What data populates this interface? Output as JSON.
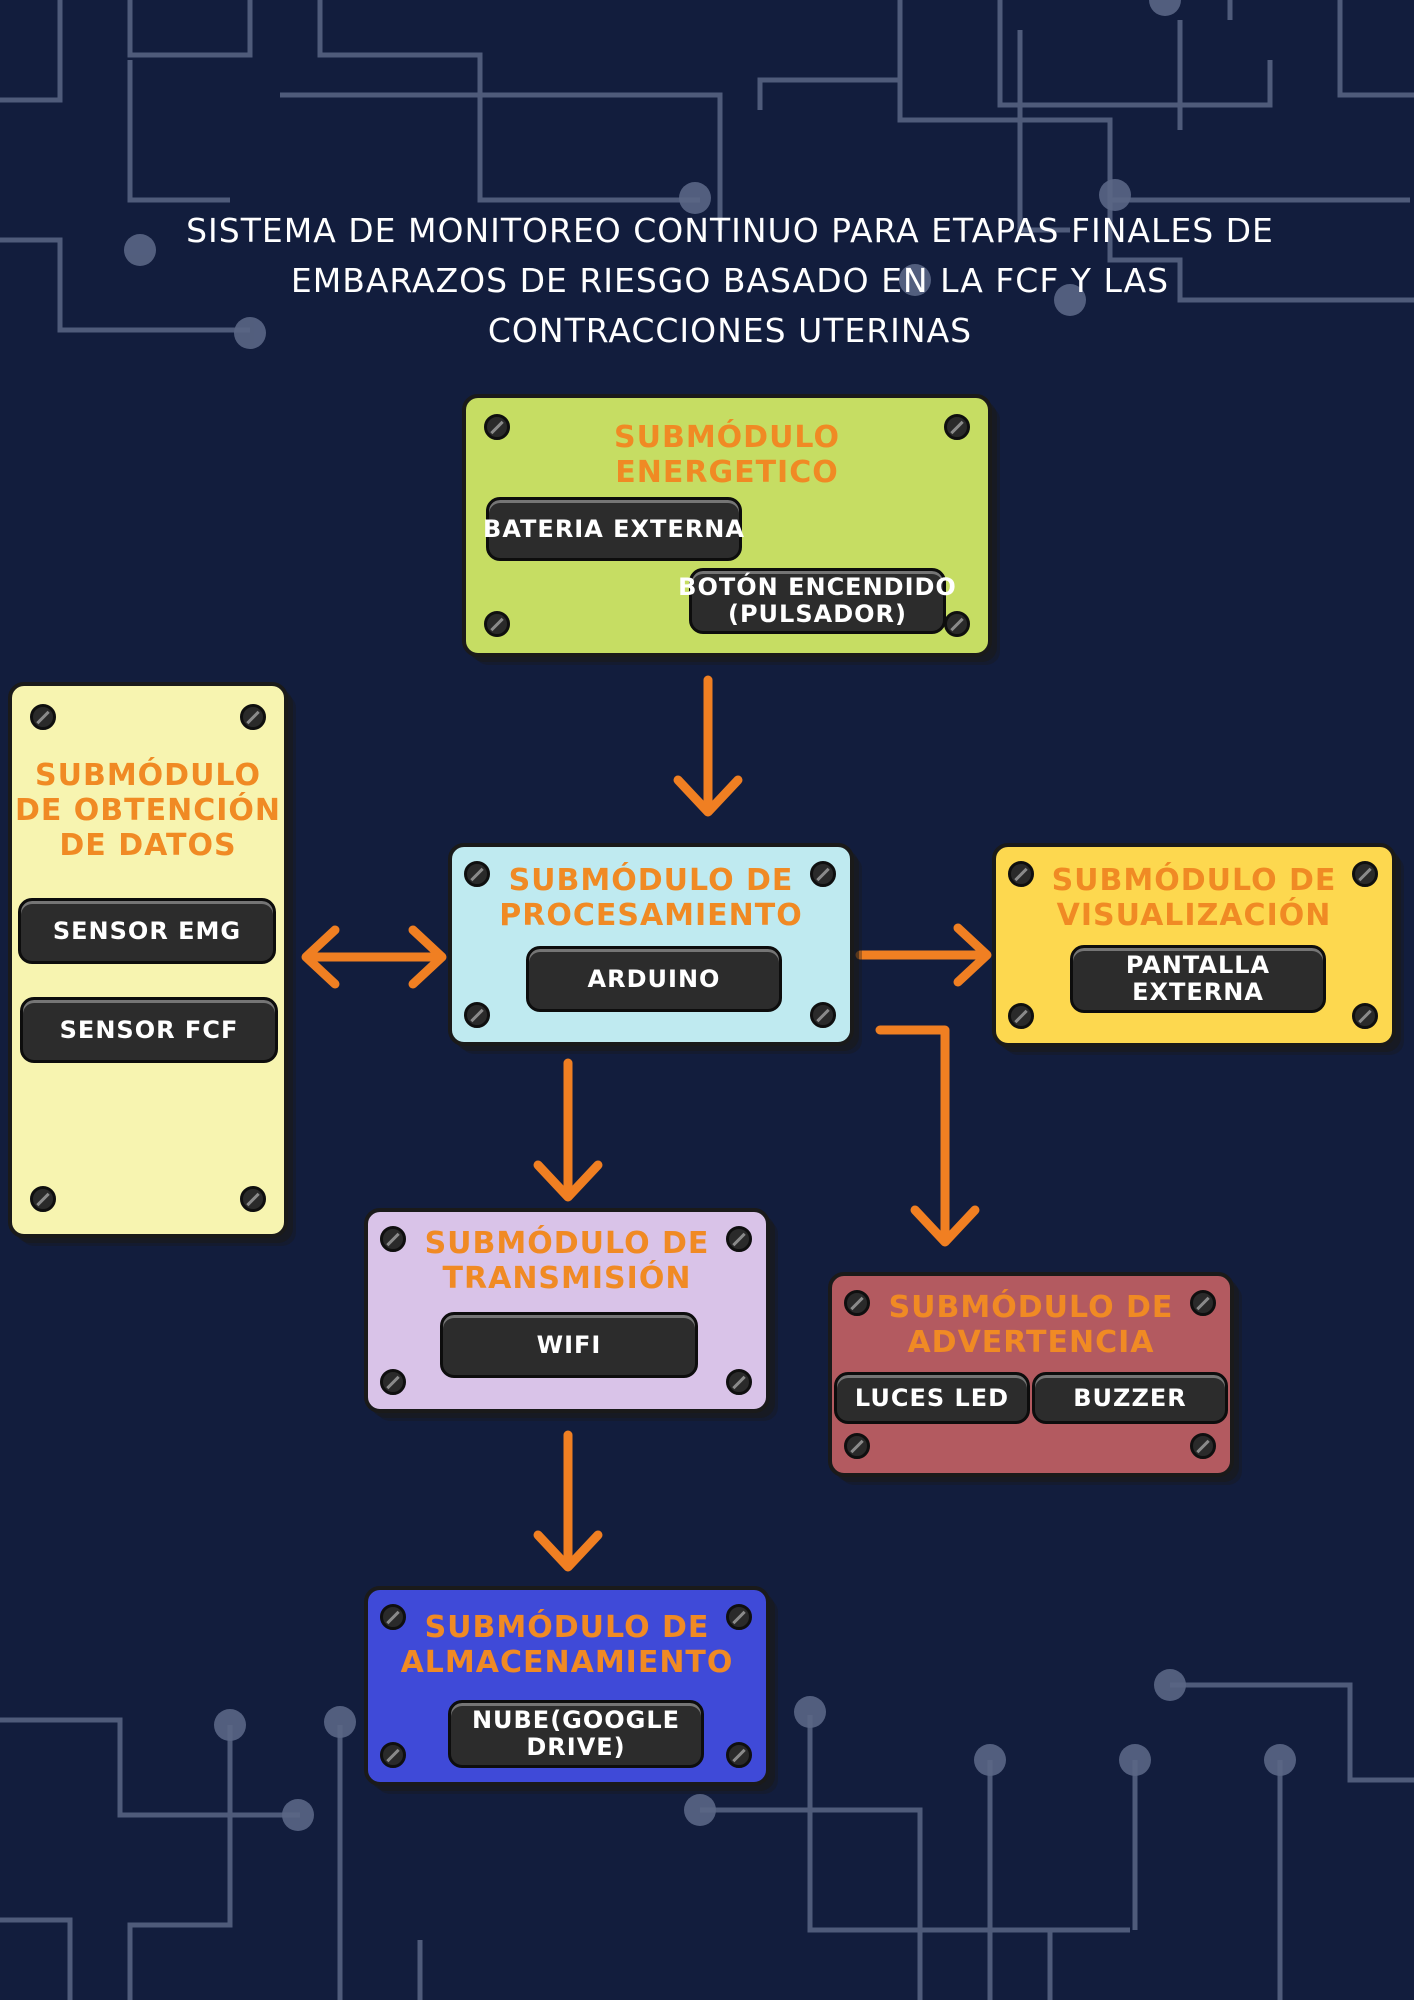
{
  "title": {
    "lines": [
      "SISTEMA DE MONITOREO CONTINUO PARA ETAPAS FINALES DE",
      "EMBARAZOS DE RIESGO BASADO EN LA FCF Y LAS",
      "CONTRACCIONES UTERINAS"
    ]
  },
  "modules": {
    "energetico": {
      "title": [
        "SUBMÓDULO",
        "ENERGETICO"
      ],
      "color": "#c6dd63",
      "components": [
        [
          "BATERIA EXTERNA"
        ],
        [
          "BOTÓN ENCENDIDO",
          "(PULSADOR)"
        ]
      ]
    },
    "obtencion": {
      "title": [
        "SUBMÓDULO",
        "DE OBTENCIÓN",
        "DE DATOS"
      ],
      "color": "#f7f4b0",
      "components": [
        [
          "SENSOR EMG"
        ],
        [
          "SENSOR FCF"
        ]
      ]
    },
    "procesamiento": {
      "title": [
        "SUBMÓDULO DE",
        "PROCESAMIENTO"
      ],
      "color": "#bfeaf0",
      "components": [
        [
          "ARDUINO"
        ]
      ]
    },
    "visualizacion": {
      "title": [
        "SUBMÓDULO DE",
        "VISUALIZACIÓN"
      ],
      "color": "#fdd84f",
      "components": [
        [
          "PANTALLA",
          "EXTERNA"
        ]
      ]
    },
    "transmision": {
      "title": [
        "SUBMÓDULO DE",
        "TRANSMISIÓN"
      ],
      "color": "#d9c3e8",
      "components": [
        [
          "WIFI"
        ]
      ]
    },
    "advertencia": {
      "title": [
        "SUBMÓDULO DE",
        "ADVERTENCIA"
      ],
      "color": "#b35a60",
      "components": [
        [
          "LUCES LED"
        ],
        [
          "BUZZER"
        ]
      ]
    },
    "almacenamiento": {
      "title": [
        "SUBMÓDULO DE",
        "ALMACENAMIENTO"
      ],
      "color": "#3f4ad8",
      "components": [
        [
          "NUBE(GOOGLE",
          "DRIVE)"
        ]
      ]
    }
  },
  "colors": {
    "background": "#121d3d",
    "arrow": "#f07f22",
    "module_title": "#f08a24",
    "component": "#2c2c2c",
    "circuit": "#5a6685"
  }
}
